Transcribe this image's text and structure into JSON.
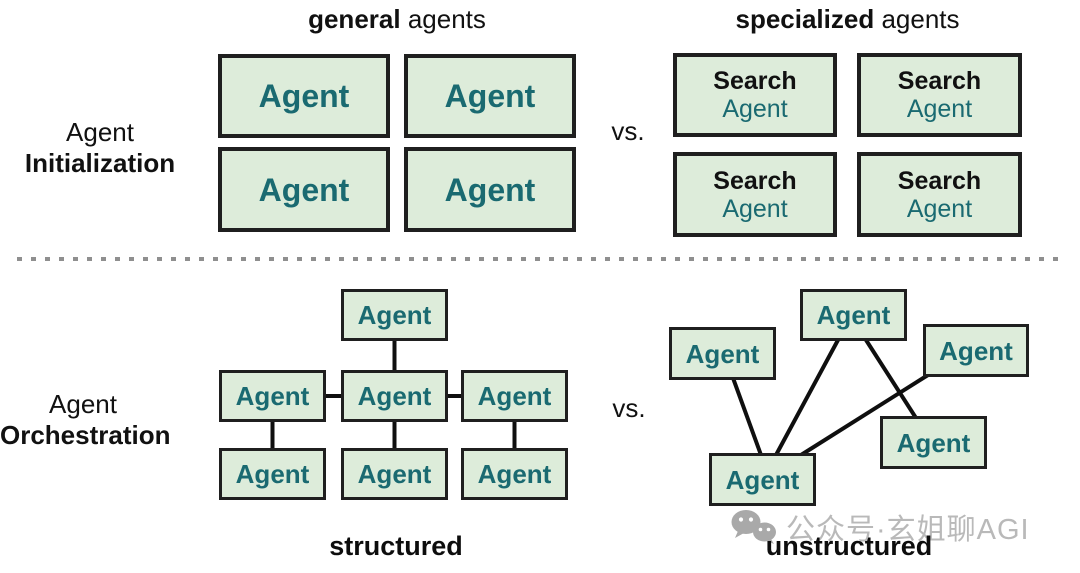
{
  "colors": {
    "box_fill": "#ddecda",
    "box_border": "#1f1f1f",
    "agent_text_teal": "#1a6a71",
    "heading_text": "#111111",
    "separator_dash": "#8f8f8f",
    "connector_line": "#0f0f0f",
    "watermark_gray": "#b9b9b9"
  },
  "rows": {
    "initialization": {
      "label_line1": "Agent",
      "label_line2": "Initialization",
      "vs": "vs.",
      "general": {
        "title_bold": "general",
        "title_rest": " agents",
        "boxes": [
          "Agent",
          "Agent",
          "Agent",
          "Agent"
        ]
      },
      "specialized": {
        "title_bold": "specialized",
        "title_rest": " agents",
        "boxes": [
          {
            "line1": "Search",
            "line2": "Agent"
          },
          {
            "line1": "Search",
            "line2": "Agent"
          },
          {
            "line1": "Search",
            "line2": "Agent"
          },
          {
            "line1": "Search",
            "line2": "Agent"
          }
        ]
      }
    },
    "orchestration": {
      "label_line1": "Agent",
      "label_line2": "Orchestration",
      "vs": "vs.",
      "structured": {
        "caption": "structured",
        "boxes": [
          "Agent",
          "Agent",
          "Agent",
          "Agent",
          "Agent",
          "Agent",
          "Agent"
        ]
      },
      "unstructured": {
        "caption": "unstructured",
        "boxes": [
          "Agent",
          "Agent",
          "Agent",
          "Agent",
          "Agent"
        ]
      }
    }
  },
  "watermark": {
    "icon": "wechat-icon",
    "text": "公众号·玄姐聊AGI"
  }
}
